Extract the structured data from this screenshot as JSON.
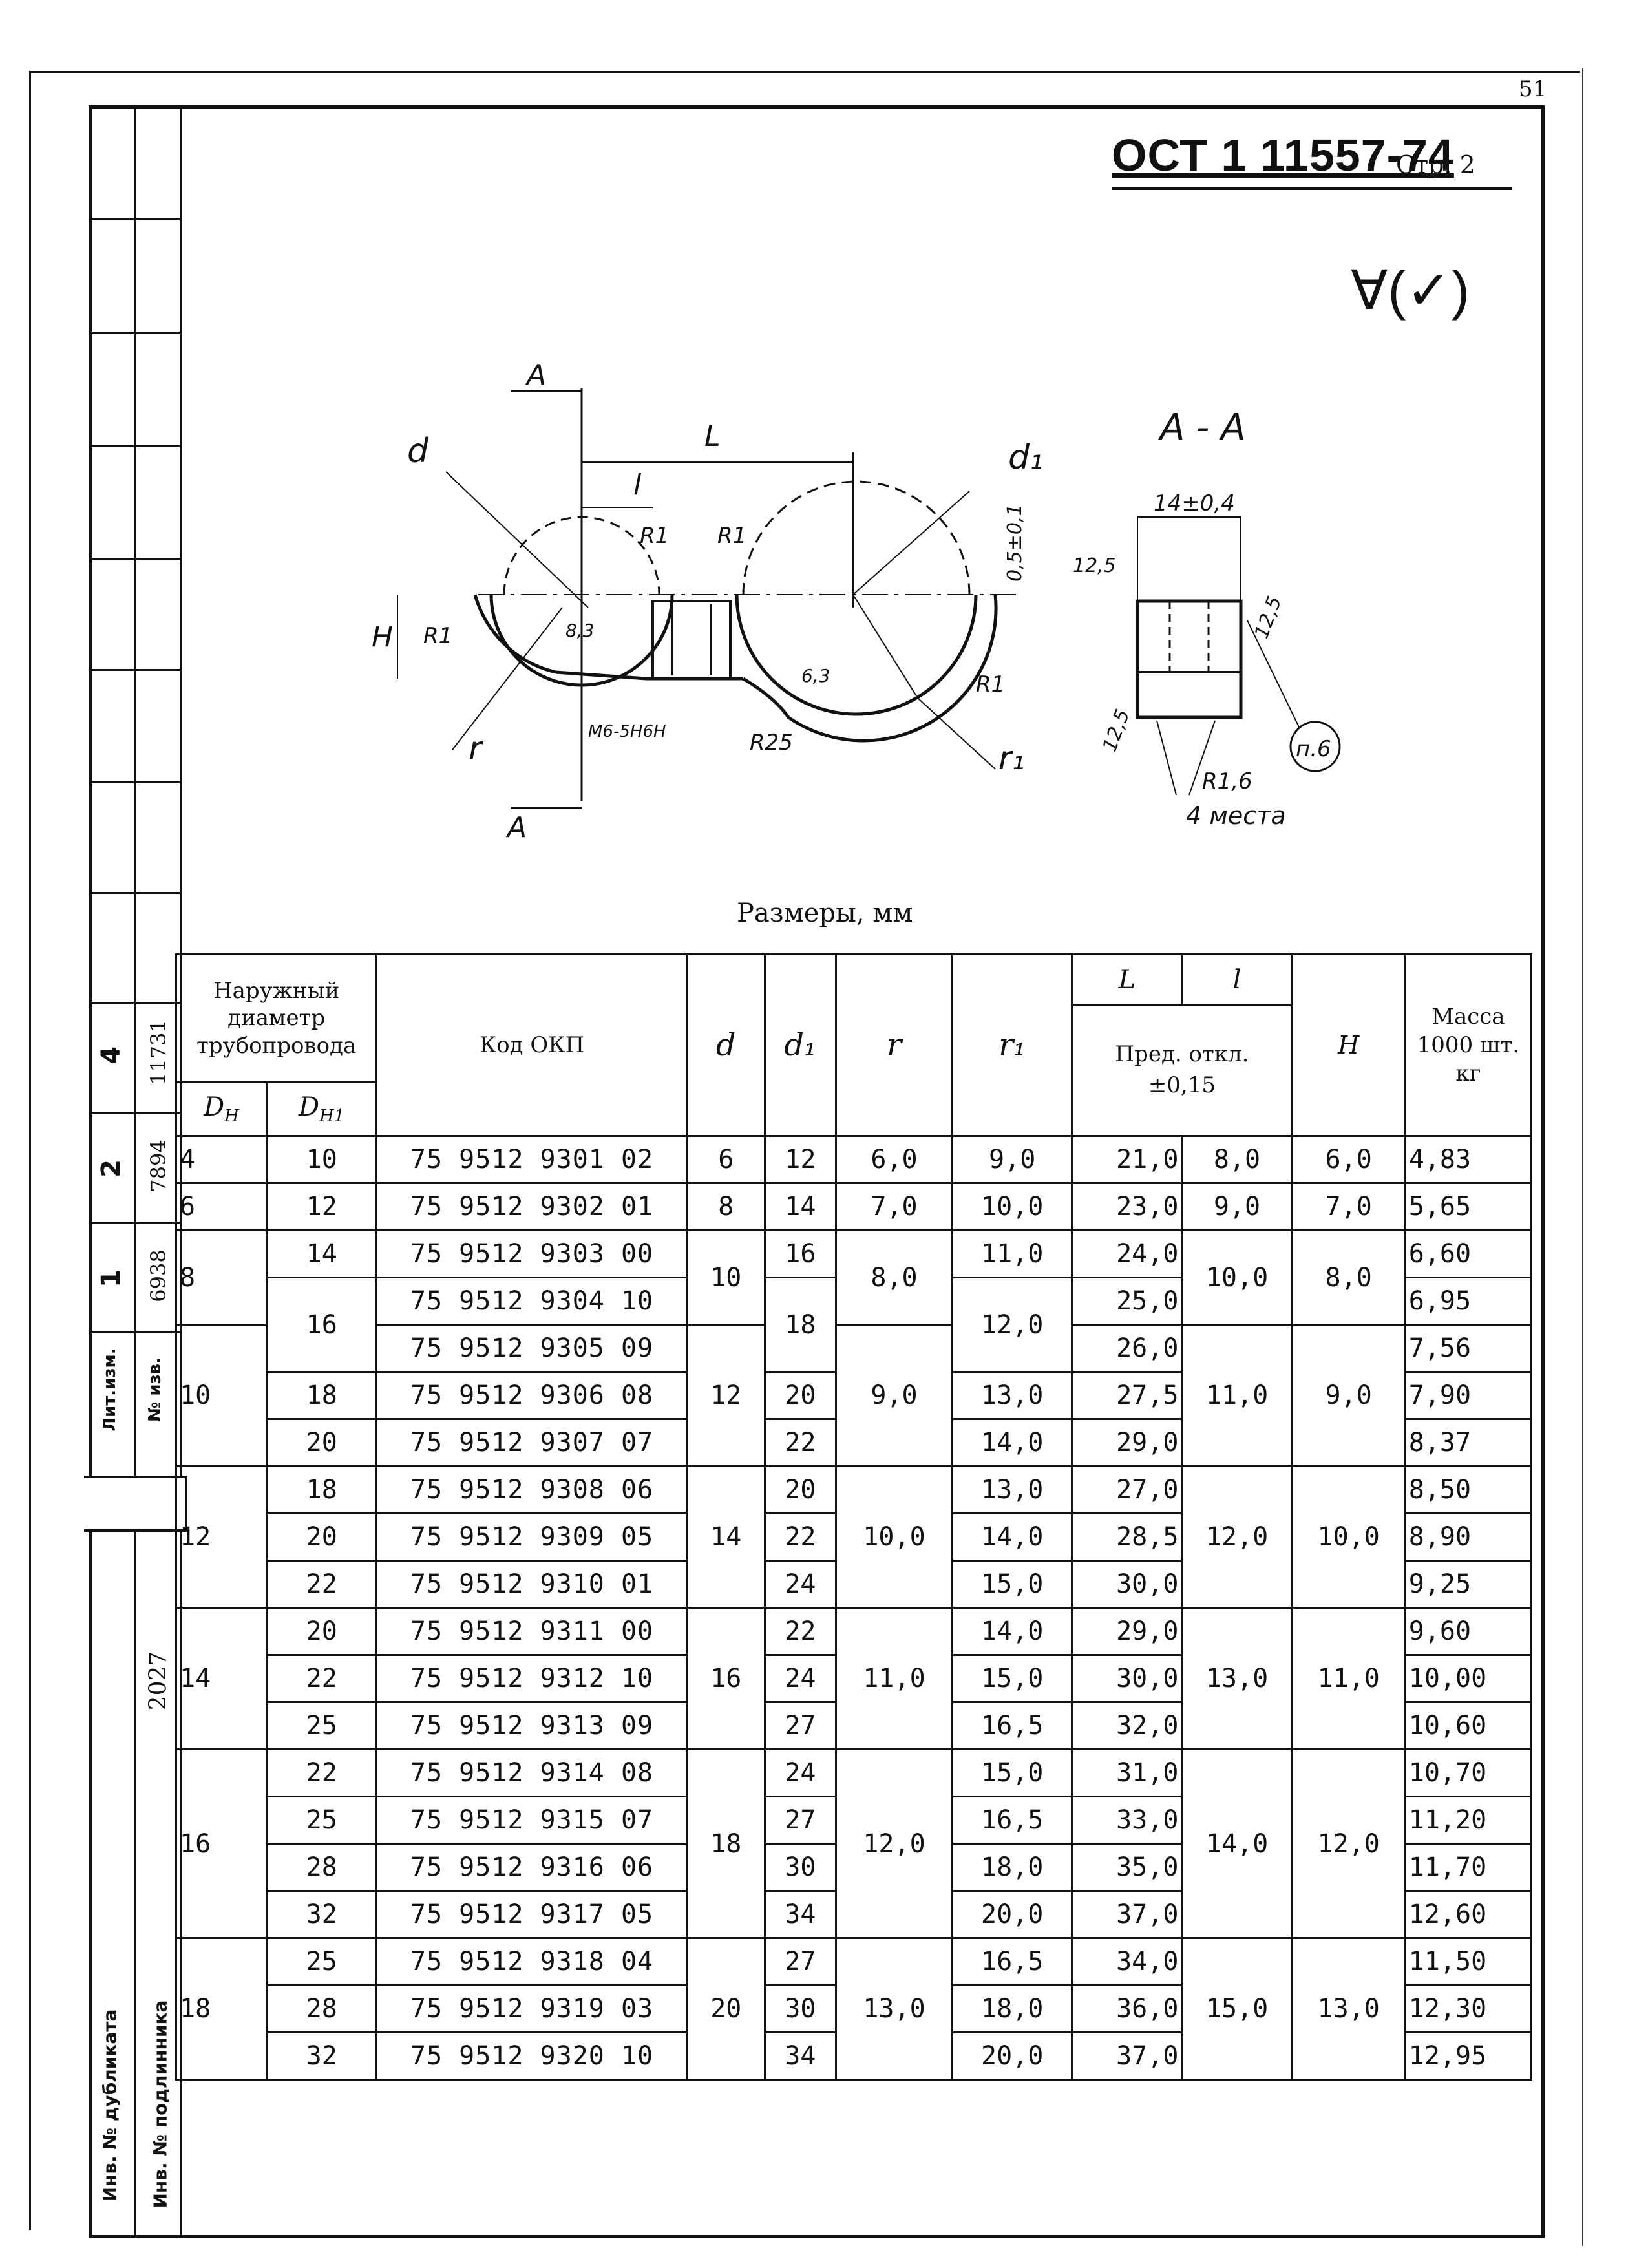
{
  "page_number": "51",
  "header": {
    "code": "ОСТ 1 11557-74",
    "page": "Стр. 2"
  },
  "roughness": "∀(✓)",
  "drawing": {
    "section_label": "А - А",
    "section_mark": "А",
    "labels": {
      "d": "d",
      "d1": "d₁",
      "L": "L",
      "l": "l",
      "H": "H",
      "r": "r",
      "r1": "r₁",
      "R1": "R1",
      "R25": "R25",
      "R16": "R1,6",
      "thread": "M6-5H6H",
      "dim_83": "8,3",
      "dim_63": "6,3",
      "tol_05": "0,5±0,1",
      "width": "14±0,4",
      "rough_125": "12,5",
      "note": "п.6",
      "places": "4 места"
    }
  },
  "units_caption": "Размеры, мм",
  "table": {
    "headers": {
      "outer_diameter": "Наружный диаметр трубопровода",
      "dn": "D",
      "dn_sub": "H",
      "dn1": "D",
      "dn1_sub": "H1",
      "code": "Код ОКП",
      "d": "d",
      "d1": "d₁",
      "r": "r",
      "r1": "r₁",
      "L": "L",
      "l": "l",
      "tol_line1": "Пред. откл.",
      "tol_line2": "±0,15",
      "H": "H",
      "mass": "Масса 1000 шт. кг"
    },
    "rows": [
      {
        "dn": "4",
        "dn1": "10",
        "code": "75 9512 9301 02",
        "d": "6",
        "d1": "12",
        "r": "6,0",
        "r1": "9,0",
        "L": "21,0",
        "l": "8,0",
        "H": "6,0",
        "mass": "4,83"
      },
      {
        "dn": "6",
        "dn1": "12",
        "code": "75 9512 9302 01",
        "d": "8",
        "d1": "14",
        "r": "7,0",
        "r1": "10,0",
        "L": "23,0",
        "l": "9,0",
        "H": "7,0",
        "mass": "5,65"
      },
      {
        "dn": "8",
        "dn1": "14",
        "code": "75 9512 9303 00",
        "d": "10",
        "d1": "16",
        "r": "8,0",
        "r1": "11,0",
        "L": "24,0",
        "l": "10,0",
        "H": "8,0",
        "mass": "6,60"
      },
      {
        "dn1": "16",
        "code": "75 9512 9304 10",
        "d1": "18",
        "r1": "12,0",
        "L": "25,0",
        "mass": "6,95"
      },
      {
        "dn": "10",
        "code": "75 9512 9305 09",
        "d": "12",
        "r": "9,0",
        "L": "26,0",
        "l": "11,0",
        "H": "9,0",
        "mass": "7,56"
      },
      {
        "dn1": "18",
        "code": "75 9512 9306 08",
        "d1": "20",
        "r1": "13,0",
        "L": "27,5",
        "mass": "7,90"
      },
      {
        "dn1": "20",
        "code": "75 9512 9307 07",
        "d1": "22",
        "r1": "14,0",
        "L": "29,0",
        "mass": "8,37"
      },
      {
        "dn": "12",
        "dn1": "18",
        "code": "75 9512 9308 06",
        "d": "14",
        "d1": "20",
        "r": "10,0",
        "r1": "13,0",
        "L": "27,0",
        "l": "12,0",
        "H": "10,0",
        "mass": "8,50"
      },
      {
        "dn1": "20",
        "code": "75 9512 9309 05",
        "d1": "22",
        "r1": "14,0",
        "L": "28,5",
        "mass": "8,90"
      },
      {
        "dn1": "22",
        "code": "75 9512 9310 01",
        "d1": "24",
        "r1": "15,0",
        "L": "30,0",
        "mass": "9,25"
      },
      {
        "dn": "14",
        "dn1": "20",
        "code": "75 9512 9311 00",
        "d": "16",
        "d1": "22",
        "r": "11,0",
        "r1": "14,0",
        "L": "29,0",
        "l": "13,0",
        "H": "11,0",
        "mass": "9,60"
      },
      {
        "dn1": "22",
        "code": "75 9512 9312 10",
        "d1": "24",
        "r1": "15,0",
        "L": "30,0",
        "mass": "10,00"
      },
      {
        "dn1": "25",
        "code": "75 9512 9313 09",
        "d1": "27",
        "r1": "16,5",
        "L": "32,0",
        "mass": "10,60"
      },
      {
        "dn": "16",
        "dn1": "22",
        "code": "75 9512 9314 08",
        "d": "18",
        "d1": "24",
        "r": "12,0",
        "r1": "15,0",
        "L": "31,0",
        "l": "14,0",
        "H": "12,0",
        "mass": "10,70"
      },
      {
        "dn1": "25",
        "code": "75 9512 9315 07",
        "d1": "27",
        "r1": "16,5",
        "L": "33,0",
        "mass": "11,20"
      },
      {
        "dn1": "28",
        "code": "75 9512 9316 06",
        "d1": "30",
        "r1": "18,0",
        "L": "35,0",
        "mass": "11,70"
      },
      {
        "dn1": "32",
        "code": "75 9512 9317 05",
        "d1": "34",
        "r1": "20,0",
        "L": "37,0",
        "mass": "12,60"
      },
      {
        "dn": "18",
        "dn1": "25",
        "code": "75 9512 9318 04",
        "d": "20",
        "d1": "27",
        "r": "13,0",
        "r1": "16,5",
        "L": "34,0",
        "l": "15,0",
        "H": "13,0",
        "mass": "11,50"
      },
      {
        "dn1": "28",
        "code": "75 9512 9319 03",
        "d1": "30",
        "r1": "18,0",
        "L": "36,0",
        "mass": "12,30"
      },
      {
        "dn1": "32",
        "code": "75 9512 9320 10",
        "d1": "34",
        "r1": "20,0",
        "L": "37,0",
        "mass": "12,95"
      }
    ]
  },
  "side_stamp": {
    "rev_cols": [
      "4",
      "2",
      "1"
    ],
    "rev_nums": [
      "11731",
      "7894",
      "6938"
    ],
    "lit_label": "Лит.изм.",
    "num_label": "№ изв.",
    "dup_label": "Инв. № дубликата",
    "orig_label": "Инв. № подлинника",
    "orig_value": "2027"
  }
}
